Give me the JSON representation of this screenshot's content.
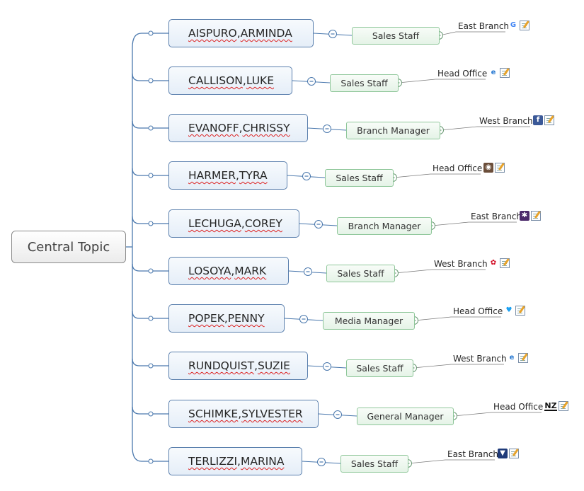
{
  "central_topic": "Central Topic",
  "people": [
    {
      "surname": "AISPURO",
      "given": "ARMINDA",
      "role": "Sales Staff",
      "branch": "East Branch",
      "logo_icon": "google-icon",
      "logo_text": "G",
      "logo_color": "#4285f4"
    },
    {
      "surname": "CALLISON",
      "given": "LUKE",
      "role": "Sales Staff",
      "branch": "Head Office",
      "logo_icon": "internet-explorer-icon",
      "logo_text": "e",
      "logo_color": "#2b7bd3"
    },
    {
      "surname": "EVANOFF",
      "given": "CHRISSY",
      "role": "Branch Manager",
      "branch": "West Branch",
      "logo_icon": "facebook-icon",
      "logo_text": "f",
      "logo_color": "#3b5998"
    },
    {
      "surname": "HARMER",
      "given": "TYRA",
      "role": "Sales Staff",
      "branch": "Head Office",
      "logo_icon": "instagram-icon",
      "logo_text": "◉",
      "logo_color": "#6b4e3a"
    },
    {
      "surname": "LECHUGA",
      "given": "COREY",
      "role": "Branch Manager",
      "branch": "East Branch",
      "logo_icon": "star-badge-icon",
      "logo_text": "✱",
      "logo_color": "#4b2a6b"
    },
    {
      "surname": "LOSOYA",
      "given": "MARK",
      "role": "Sales Staff",
      "branch": "West Branch",
      "logo_icon": "nsw-waratah-icon",
      "logo_text": "✿",
      "logo_color": "#d0021b"
    },
    {
      "surname": "POPEK",
      "given": "PENNY",
      "role": "Media Manager",
      "branch": "Head Office",
      "logo_icon": "twitter-bird-icon",
      "logo_text": "♥",
      "logo_color": "#1da1f2"
    },
    {
      "surname": "RUNDQUIST",
      "given": "SUZIE",
      "role": "Sales Staff",
      "branch": "West Branch",
      "logo_icon": "internet-explorer-icon",
      "logo_text": "e",
      "logo_color": "#2b7bd3"
    },
    {
      "surname": "SCHIMKE",
      "given": "SYLVESTER",
      "role": "General Manager",
      "branch": "Head Office",
      "logo_icon": "nz-flag-text-icon",
      "logo_text": "NZ",
      "logo_color": "#111111"
    },
    {
      "surname": "TERLIZZI",
      "given": "MARINA",
      "role": "Sales Staff",
      "branch": "East Branch",
      "logo_icon": "crest-shield-icon",
      "logo_text": "▼",
      "logo_color": "#1f3b7a"
    }
  ],
  "colors": {
    "person_border": "#5a7fad",
    "role_border": "#8fc79a",
    "connector": "#4a78ad",
    "leaf_connector": "#7a7a7a"
  },
  "note_icon": "notes-icon",
  "collapse_icon": "collapse-minus-icon"
}
